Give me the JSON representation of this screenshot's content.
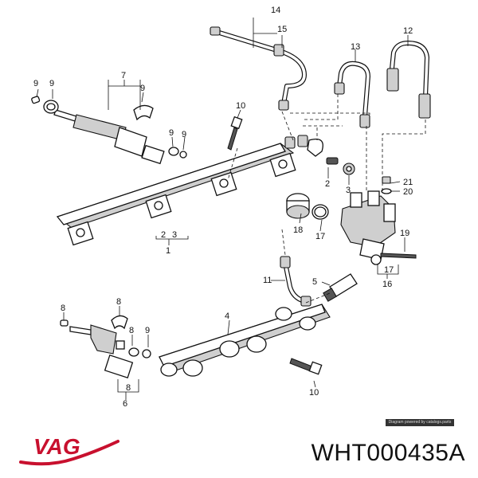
{
  "diagram": {
    "callouts": {
      "c1": "1",
      "c2a": "2",
      "c2b": "2",
      "c3a": "3",
      "c3b": "3",
      "c4": "4",
      "c5": "5",
      "c6": "6",
      "c7": "7",
      "c8a": "8",
      "c8b": "8",
      "c8c": "8",
      "c8d": "8",
      "c9a": "9",
      "c9b": "9",
      "c9c": "9",
      "c9d": "9",
      "c9e": "9",
      "c10a": "10",
      "c10b": "10",
      "c11": "11",
      "c12": "12",
      "c13": "13",
      "c14": "14",
      "c15": "15",
      "c16": "16",
      "c17a": "17",
      "c17b": "17",
      "c18": "18",
      "c19": "19",
      "c20": "20",
      "c21": "21"
    },
    "watermark": "Diagram powered by catalogs.parts"
  },
  "branding": {
    "logo_text": "VAG",
    "logo_color": "#c8102e",
    "part_number": "WHT000435A"
  }
}
